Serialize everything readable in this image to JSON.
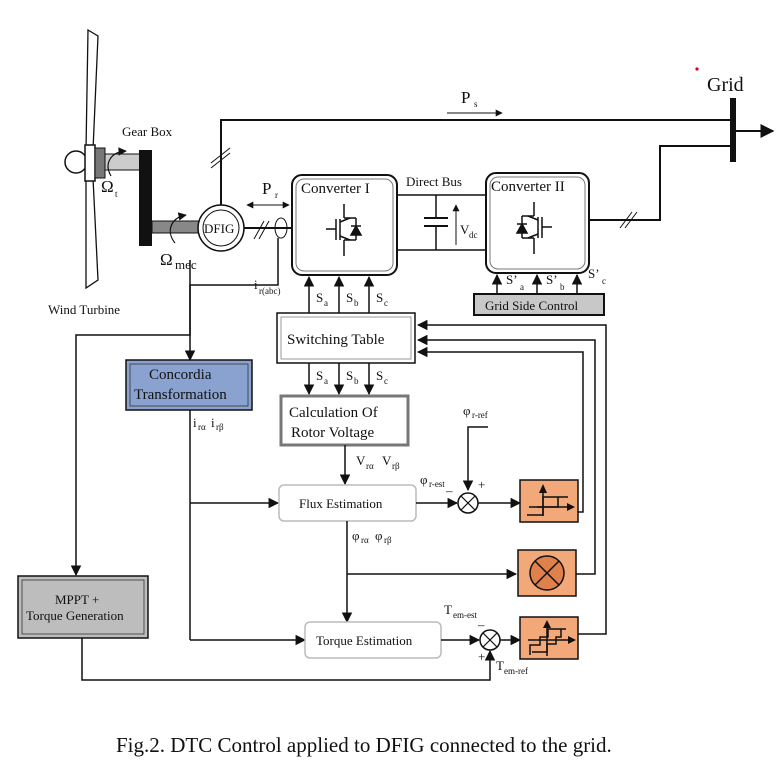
{
  "labels": {
    "grid": "Grid",
    "ps": "P",
    "ps_sub": "s",
    "gearbox": "Gear Box",
    "omega_t": "Ω",
    "omega_t_sub": "t",
    "pr": "P",
    "pr_sub": "r",
    "dfig": "DFIG",
    "omega_mec": "Ω",
    "omega_mec_sub": "mec",
    "wind_turbine": "Wind Turbine",
    "irabc": "i",
    "irabc_sub": "r(abc)",
    "direct_bus": "Direct Bus",
    "vdc": "V",
    "vdc_sub": "dc",
    "sa": "S",
    "sa_sub": "a",
    "sb": "S",
    "sb_sub": "b",
    "sc": "S",
    "sc_sub": "c",
    "spa": "S’",
    "spa_sub": "a",
    "spb": "S’",
    "spb_sub": "b",
    "spc": "S’",
    "spc_sub": "c",
    "ira": "i",
    "ira_sub": "rα",
    "irb": "i",
    "irb_sub": "rβ",
    "vra": "V",
    "vra_sub": "rα",
    "vrb": "V",
    "vrb_sub": "rβ",
    "phira": "φ",
    "phira_sub": "rα",
    "phirb": "φ",
    "phirb_sub": "rβ",
    "phi_est": "φ",
    "phi_est_sub": "r-est",
    "phi_ref": "φ",
    "phi_ref_sub": "r-ref",
    "tem_est": "T",
    "tem_est_sub": "em-est",
    "tem_ref": "T",
    "tem_ref_sub": "em-ref",
    "minus": "–",
    "plus": "+"
  },
  "blocks": {
    "converter1": "Converter I",
    "converter2": "Converter II",
    "grid_side_control": "Grid Side Control",
    "switching_table": "Switching Table",
    "concordia_line1": "Concordia",
    "concordia_line2": "Transformation",
    "calc_line1": "Calculation Of",
    "calc_line2": "Rotor Voltage",
    "flux_estimation": "Flux Estimation",
    "torque_estimation": "Torque Estimation",
    "mppt_line1": "MPPT +",
    "mppt_line2": "Torque Generation"
  },
  "caption": "Fig.2. DTC Control applied to DFIG connected to the grid.",
  "colors": {
    "concordia_fill": "#8aa2d0",
    "mppt_fill": "#bdbdbd",
    "gsc_fill": "#c8c8c8",
    "controller_fill": "#f2a878",
    "dot": "#d0021b"
  }
}
